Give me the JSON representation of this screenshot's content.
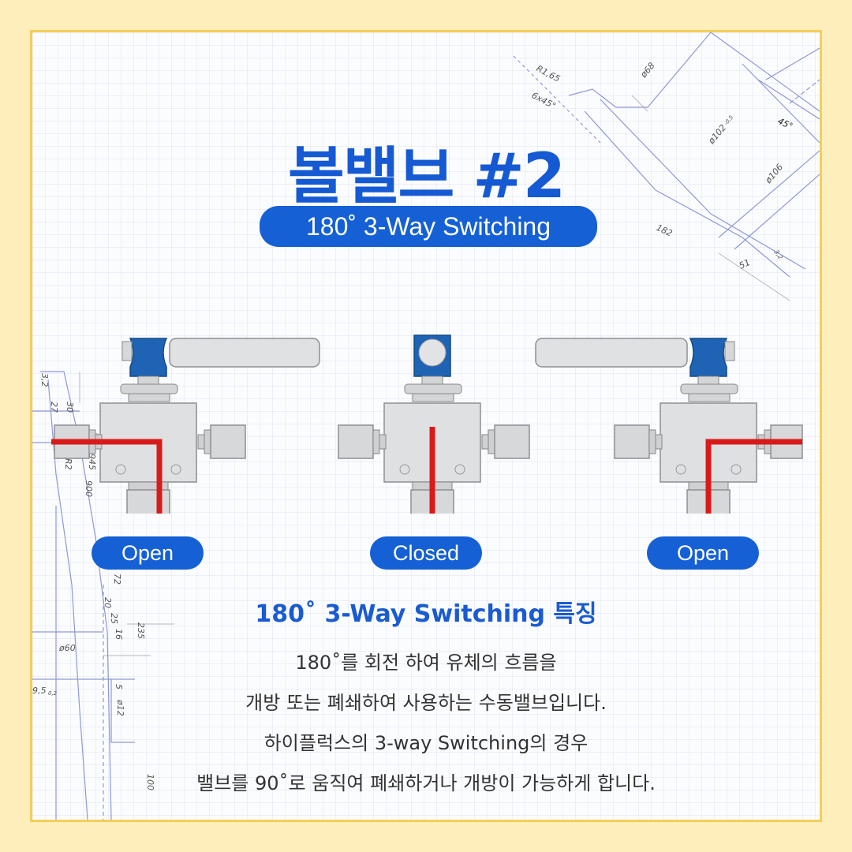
{
  "title": "볼밸브 #2",
  "subtitle": "180˚ 3-Way Switching",
  "states": [
    "Open",
    "Closed",
    "Open"
  ],
  "feature_heading": "180˚ 3-Way Switching 특징",
  "description": [
    "180˚를 회전 하여 유체의 흐름을",
    "개방 또는 폐쇄하여 사용하는 수동밸브입니다.",
    "하이플럭스의 3-way Switching의 경우",
    "밸브를 90˚로 움직여 폐쇄하거나 개방이 가능하게 합니다."
  ],
  "drawing_labels": {
    "r165": "R1,65",
    "c6x45": "6x45°",
    "d68": "ø68",
    "d102": "ø102",
    "d102_tol": "-0,5",
    "a45": "45°",
    "d106": "ø106",
    "l182": "182",
    "l51": "51",
    "l32": "3,2",
    "s32": "3,2",
    "s27": "27",
    "s30": "30",
    "r2": "R2",
    "s945": "945",
    "s900": "900",
    "s72": "72",
    "s20": "20",
    "s25": "25",
    "s16": "16",
    "s235": "235",
    "d60": "ø60",
    "s95": "9,5",
    "s95_tol": "0,2",
    "s5": "5",
    "d12": "ø12",
    "s100": "100"
  },
  "colors": {
    "accent": "#1560d4",
    "flow": "#d91a1a",
    "frame": "#f3cf57",
    "background": "#fdeebb"
  }
}
